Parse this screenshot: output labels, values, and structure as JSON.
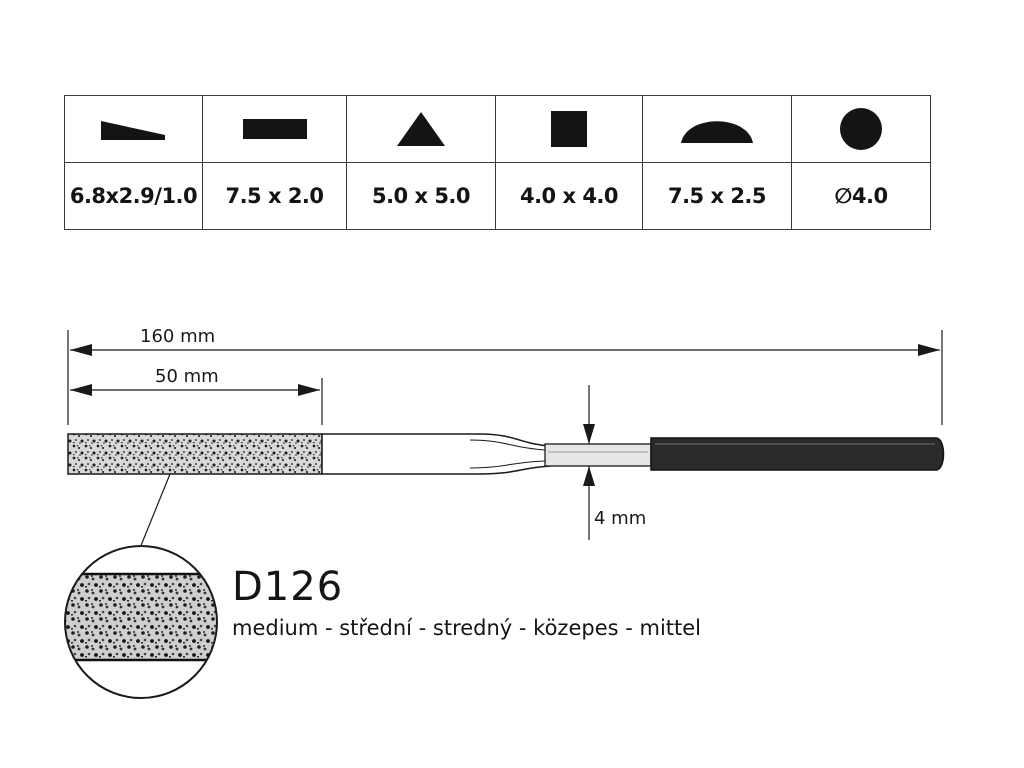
{
  "profiles": [
    {
      "shape_icon": "wedge-icon",
      "size": "6.8x2.9/1.0"
    },
    {
      "shape_icon": "rectangle-icon",
      "size": "7.5 x 2.0"
    },
    {
      "shape_icon": "triangle-icon",
      "size": "5.0 x 5.0"
    },
    {
      "shape_icon": "square-icon",
      "size": "4.0 x 4.0"
    },
    {
      "shape_icon": "half-round-icon",
      "size": "7.5 x 2.5"
    },
    {
      "shape_icon": "round-icon",
      "size": "∅4.0"
    }
  ],
  "dimensions": {
    "total_length": "160 mm",
    "coated_length": "50 mm",
    "shank_diameter": "4 mm"
  },
  "grit": {
    "code": "D126",
    "description": "medium - střední - stredný - közepes - mittel"
  },
  "colors": {
    "ink": "#141414",
    "background": "#ffffff"
  }
}
